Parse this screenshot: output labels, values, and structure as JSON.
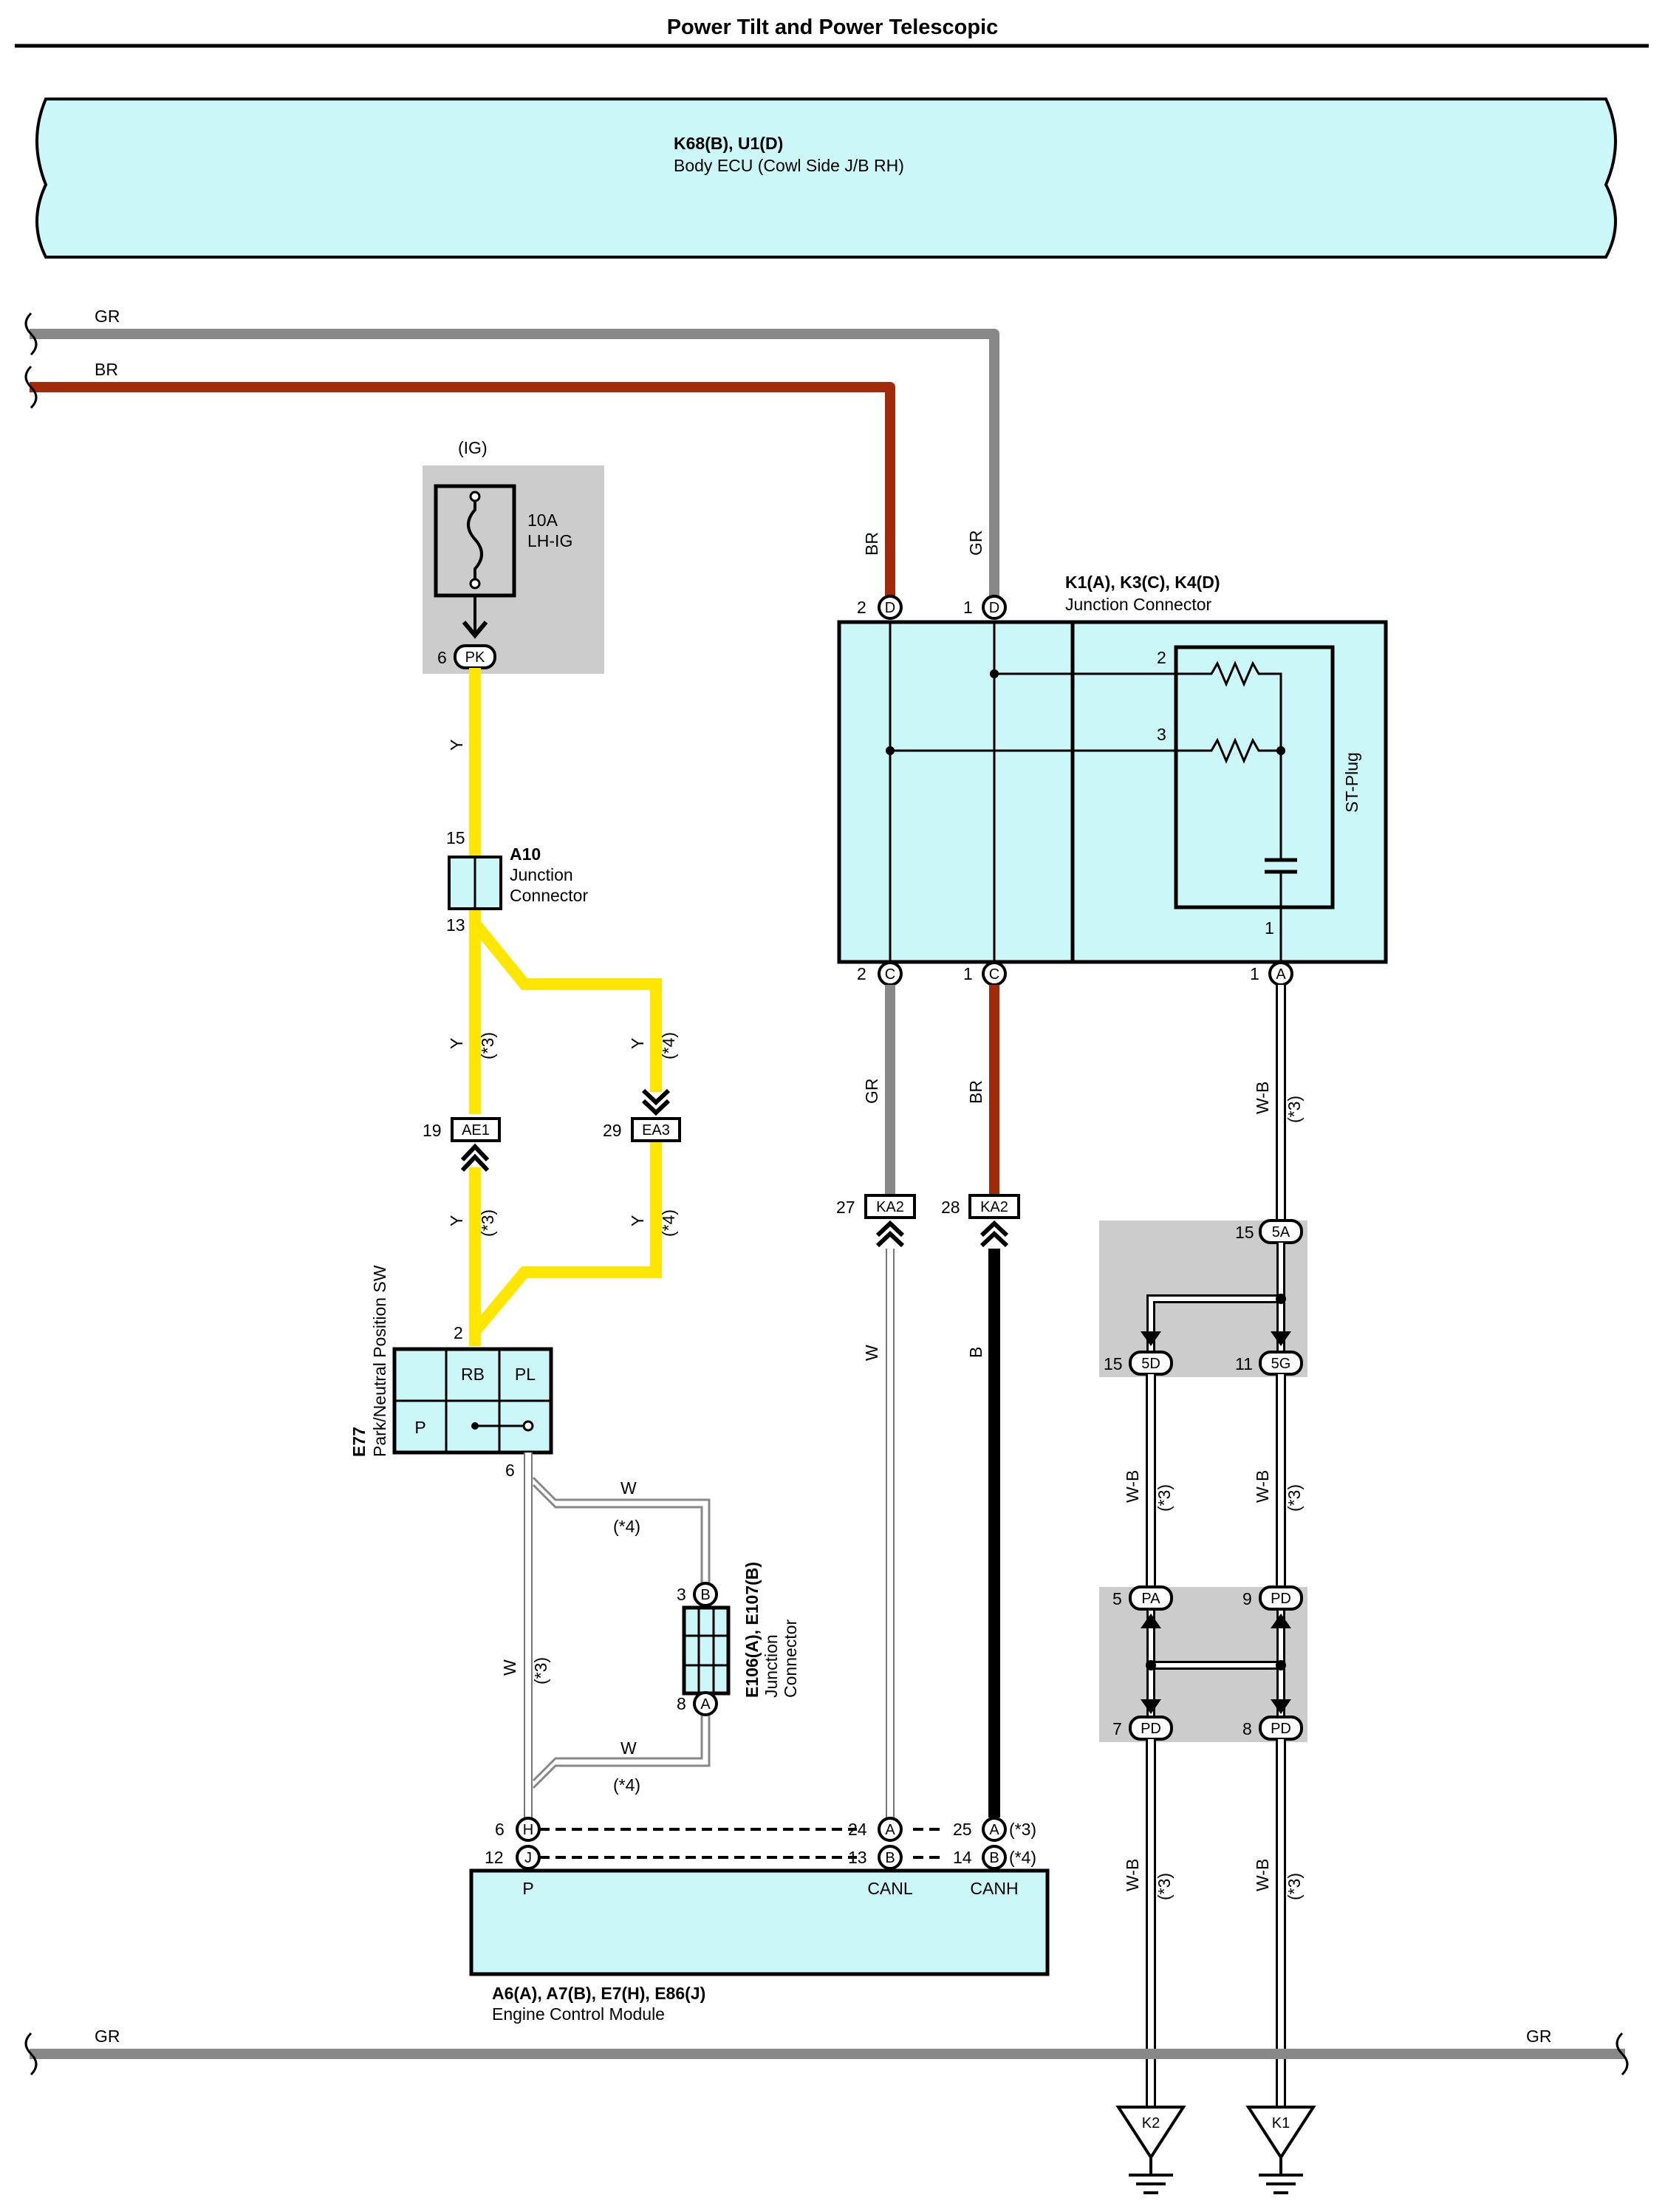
{
  "title": "Power Tilt and Power Telescopic",
  "body_ecu": {
    "code": "K68(B), U1(D)",
    "name": "Body ECU (Cowl Side J/B RH)"
  },
  "fuse": {
    "source": "(IG)",
    "rating": "10A",
    "name": "LH-IG",
    "pin": "6",
    "conn": "PK"
  },
  "junction_a10": {
    "code": "A10",
    "name1": "Junction",
    "name2": "Connector",
    "pin_top": "15",
    "pin_bottom": "13"
  },
  "junction_k": {
    "code": "K1(A), K3(C), K4(D)",
    "name": "Junction Connector",
    "stplug": "ST-Plug",
    "pins": {
      "d2": "2",
      "d1": "1",
      "c2": "2",
      "c1": "1",
      "a1": "1",
      "r2": "2",
      "r3": "3",
      "cap1": "1"
    },
    "letters": {
      "d": "D",
      "c": "C",
      "a": "A"
    }
  },
  "wires": {
    "gr": "GR",
    "br": "BR",
    "y": "Y",
    "w": "W",
    "b": "B",
    "wb": "W-B",
    "n3": "(*3)",
    "n4": "(*4)"
  },
  "connectors": {
    "ae1": "AE1",
    "ae1_pin": "19",
    "ea3": "EA3",
    "ea3_pin": "29",
    "ka2": "KA2",
    "ka2_pin_l": "27",
    "ka2_pin_r": "28",
    "c5a": "5A",
    "c5a_pin": "15",
    "c5d": "5D",
    "c5d_pin": "15",
    "c5g": "5G",
    "c5g_pin": "11",
    "pa": "PA",
    "pa_pin": "5",
    "pd": "PD",
    "pd_pin9": "9",
    "pd_pin7": "7",
    "pd_pin8": "8"
  },
  "e77": {
    "code": "E77",
    "name": "Park/Neutral Position SW",
    "rb": "RB",
    "pl": "PL",
    "p": "P",
    "pin2": "2",
    "pin6": "6"
  },
  "e106": {
    "code": "E106(A), E107(B)",
    "name1": "Junction",
    "name2": "Connector",
    "pin3": "3",
    "pin8": "8",
    "b": "B",
    "a": "A"
  },
  "ecm": {
    "code": "A6(A), A7(B), E7(H), E86(J)",
    "name": "Engine Control Module",
    "p": "P",
    "canl": "CANL",
    "canh": "CANH",
    "h": "H",
    "j": "J",
    "a": "A",
    "b": "B",
    "pin6": "6",
    "pin12": "12",
    "pin24": "24",
    "pin13": "13",
    "pin25": "25",
    "pin14": "14"
  },
  "grounds": {
    "k1": "K1",
    "k2": "K2"
  },
  "colors": {
    "gr": "#888888",
    "br": "#a02a0a",
    "y": "#ffe600",
    "b": "#000000",
    "box": "#ccf7f8",
    "shade": "#cccccc"
  }
}
